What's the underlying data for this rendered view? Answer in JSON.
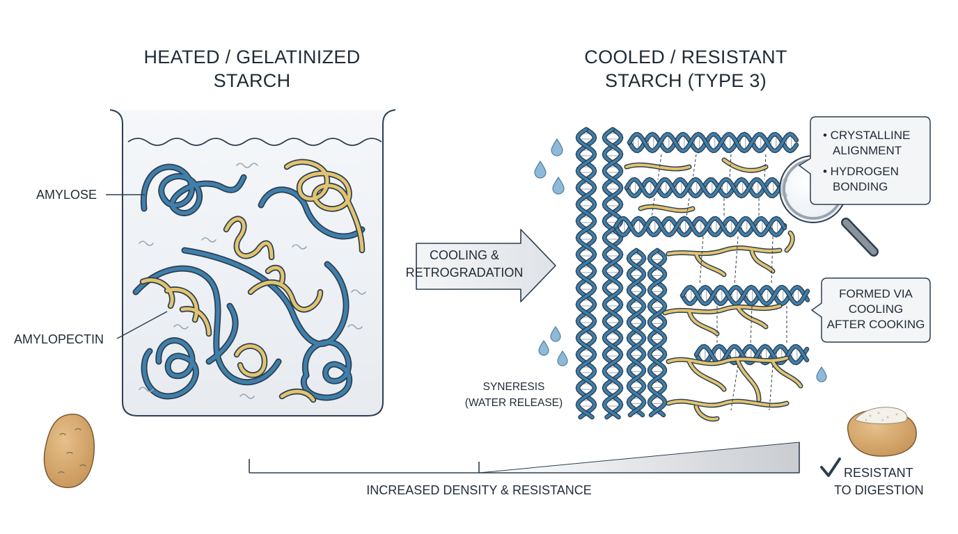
{
  "left_panel": {
    "title_line1": "HEATED / GELATINIZED",
    "title_line2": "STARCH",
    "label_amylose": "AMYLOSE",
    "label_amylopectin": "AMYLOPECTIN"
  },
  "right_panel": {
    "title_line1": "COOLED / RESISTANT",
    "title_line2": "STARCH (TYPE 3)",
    "syneresis_line1": "SYNERESIS",
    "syneresis_line2": "(WATER RELEASE)"
  },
  "arrow": {
    "line1": "COOLING &",
    "line2": "RETROGRADATION"
  },
  "callout_crystalline": {
    "item1_line1": "• CRYSTALLINE",
    "item1_line2": "ALIGNMENT",
    "item2_line1": "• HYDROGEN",
    "item2_line2": "BONDING"
  },
  "callout_formed": {
    "line1": "FORMED VIA",
    "line2": "COOLING",
    "line3": "AFTER COOKING"
  },
  "scale": {
    "label": "INCREASED DENSITY & RESISTANCE"
  },
  "result": {
    "line1": "RESISTANT",
    "line2": "TO DIGESTION"
  },
  "colors": {
    "amylose_blue": "#3f7fab",
    "amylopectin_yellow": "#e3c46e",
    "outline": "#2c3e50",
    "water_drop": "#8fb9d6",
    "potato": "#d7ab6c"
  }
}
